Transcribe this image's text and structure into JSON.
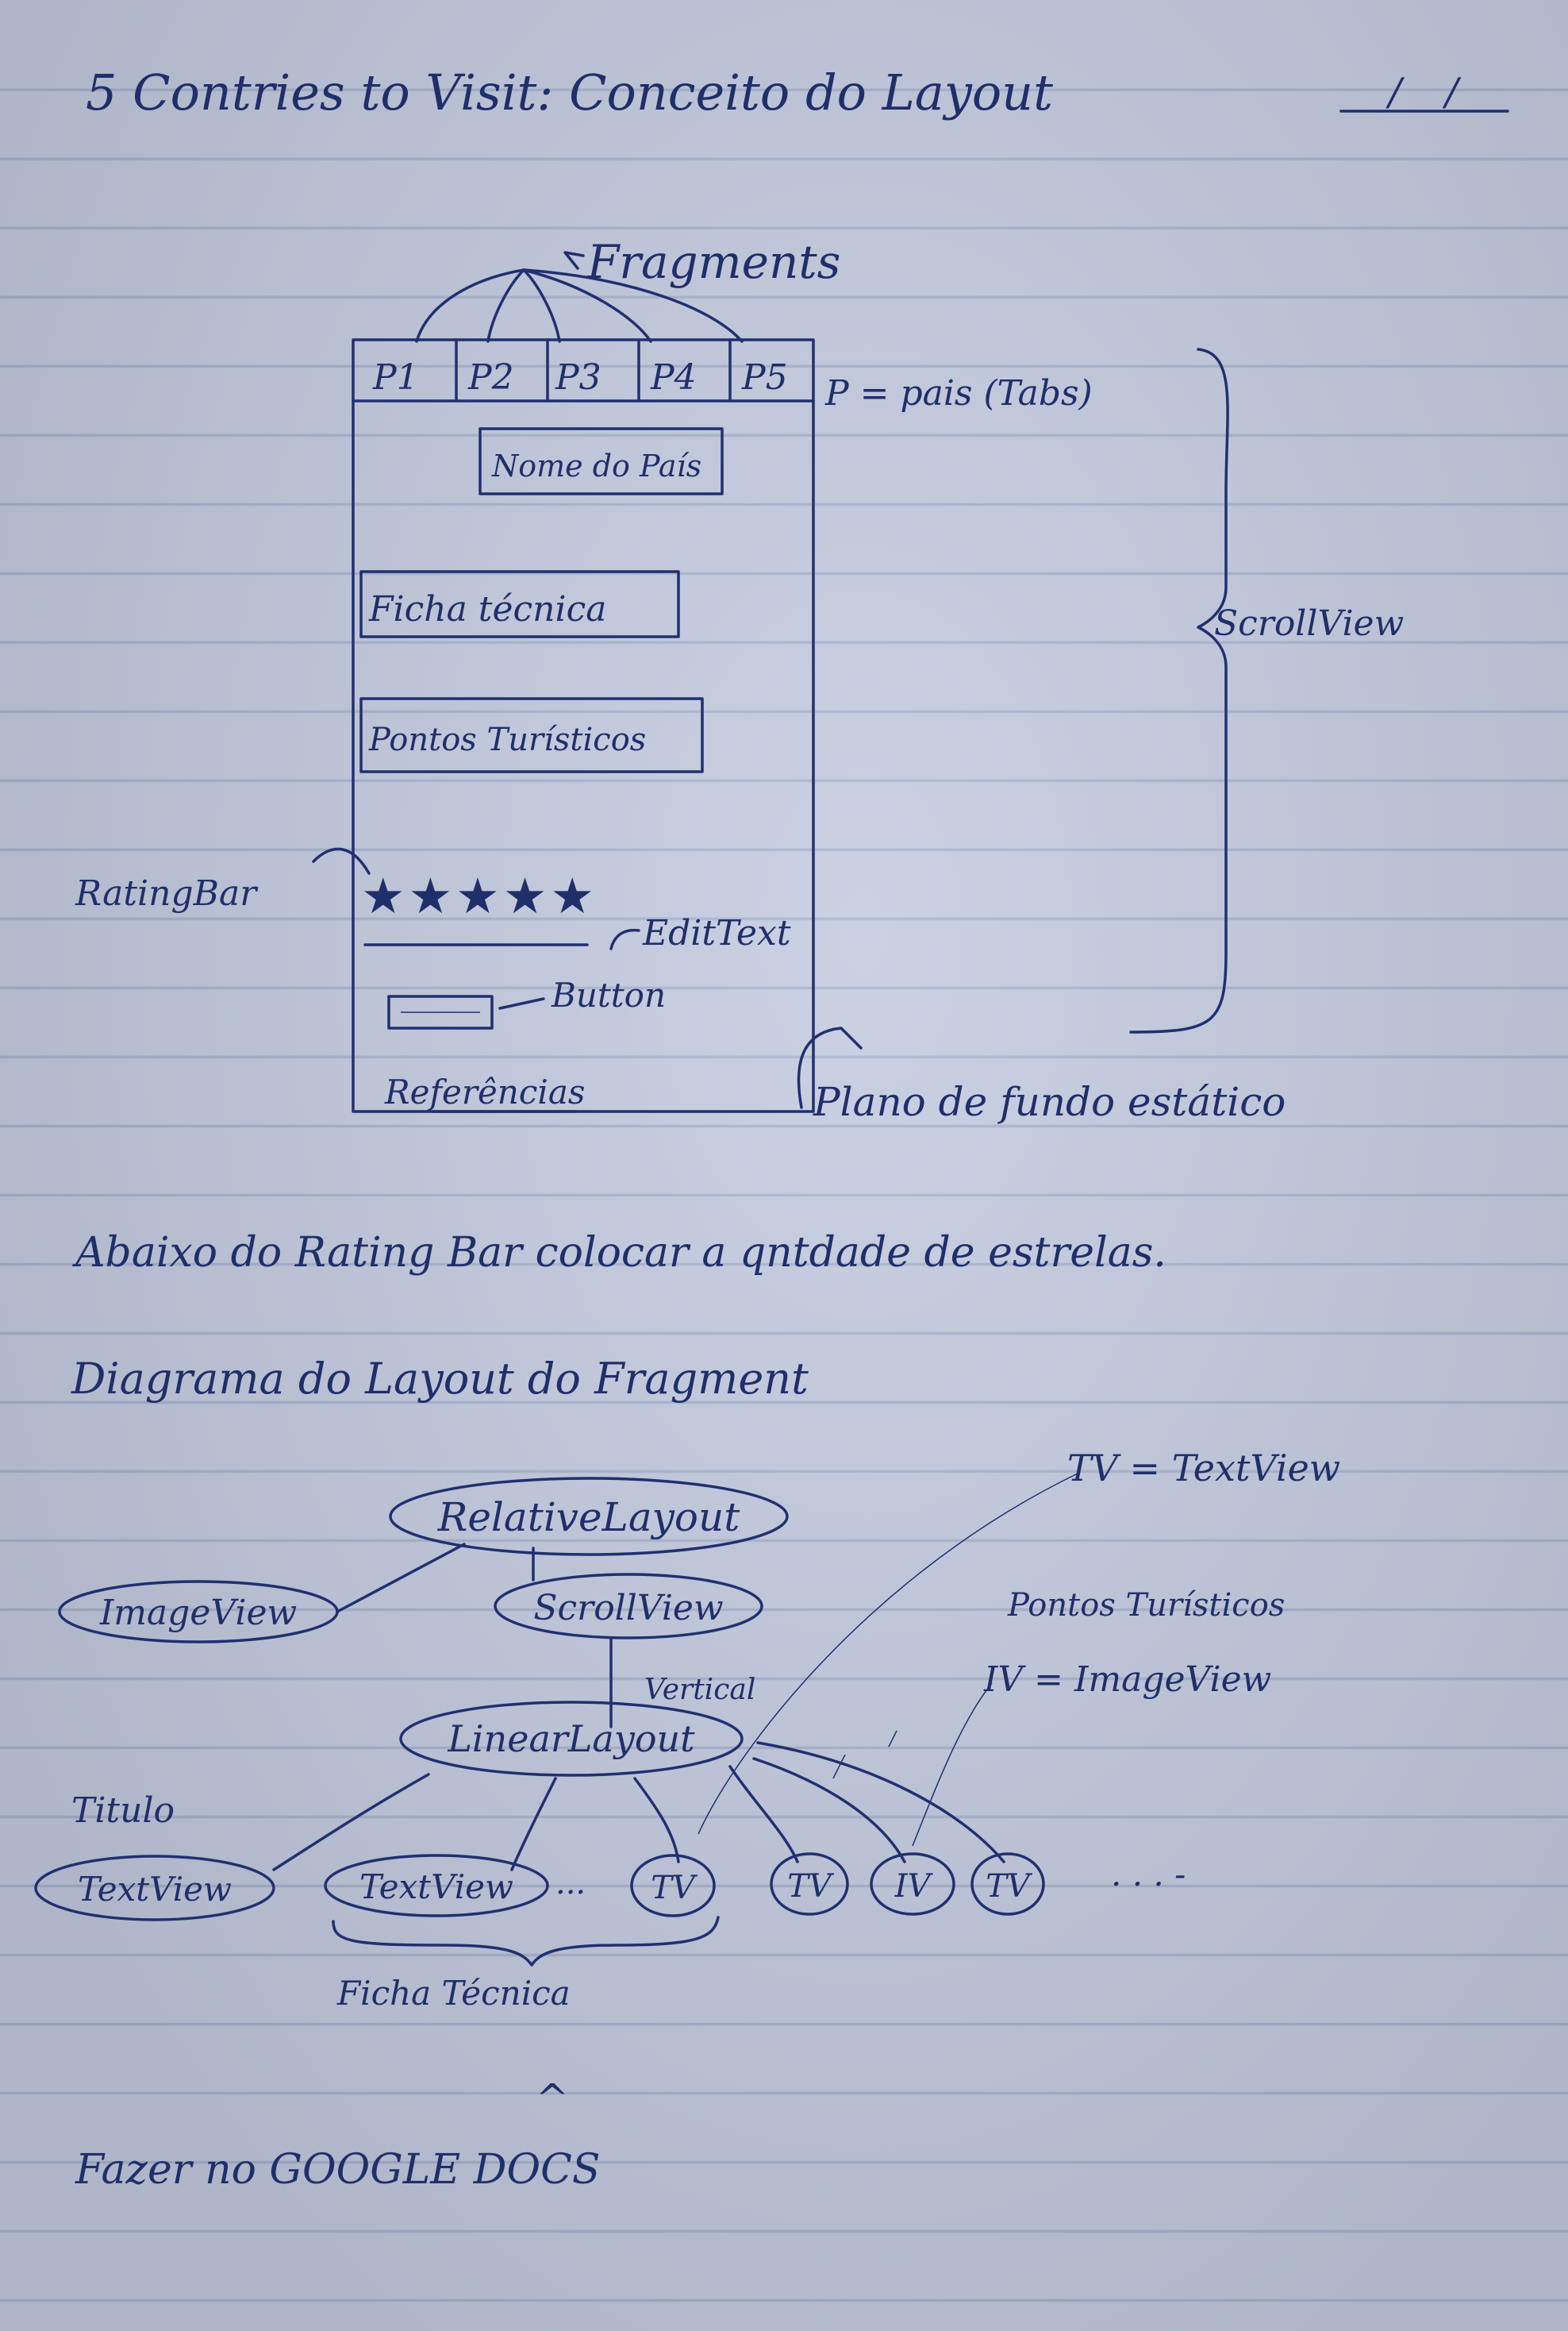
{
  "page": {
    "title": "5 Contries to Visit: Conceito do Layout",
    "date_marks": "/ /"
  },
  "layout_sketch": {
    "fragments_label": "Fragments",
    "tabs": [
      "P1",
      "P2",
      "P3",
      "P4",
      "P5"
    ],
    "tabs_note": "P = pais (Tabs)",
    "boxes": [
      "Nome do País",
      "Ficha técnica",
      "Pontos Turísticos"
    ],
    "rating_bar_label": "RatingBar",
    "stars": "★★★★★",
    "edittext_label": "EditText",
    "button_label": "Button",
    "references_label": "Referências",
    "scrollview_label": "ScrollView",
    "background_label": "Plano de fundo estático"
  },
  "notes": {
    "rating_note": "Abaixo do Rating Bar colocar a qntdade de estrelas.",
    "diagram_title": "Diagrama do Layout do Fragment"
  },
  "tree": {
    "root": "RelativeLayout",
    "image_view": "ImageView",
    "scroll_view": "ScrollView",
    "vertical": "Vertical",
    "linear_layout": "LinearLayout",
    "titulo": "Titulo",
    "text_view_1": "TextView",
    "text_view_2": "TextView",
    "dots_1": "...",
    "tv": "TV",
    "tv_2": "TV",
    "iv": "IV",
    "tv_3": "TV",
    "dots_2": ". . . -",
    "ficha": "Ficha Técnica",
    "legend_tv": "TV = TextView",
    "legend_pontos": "Pontos Turísticos",
    "legend_iv": "IV = ImageView"
  },
  "footer": {
    "caret": "^",
    "todo": "Fazer no GOOGLE DOCS"
  }
}
